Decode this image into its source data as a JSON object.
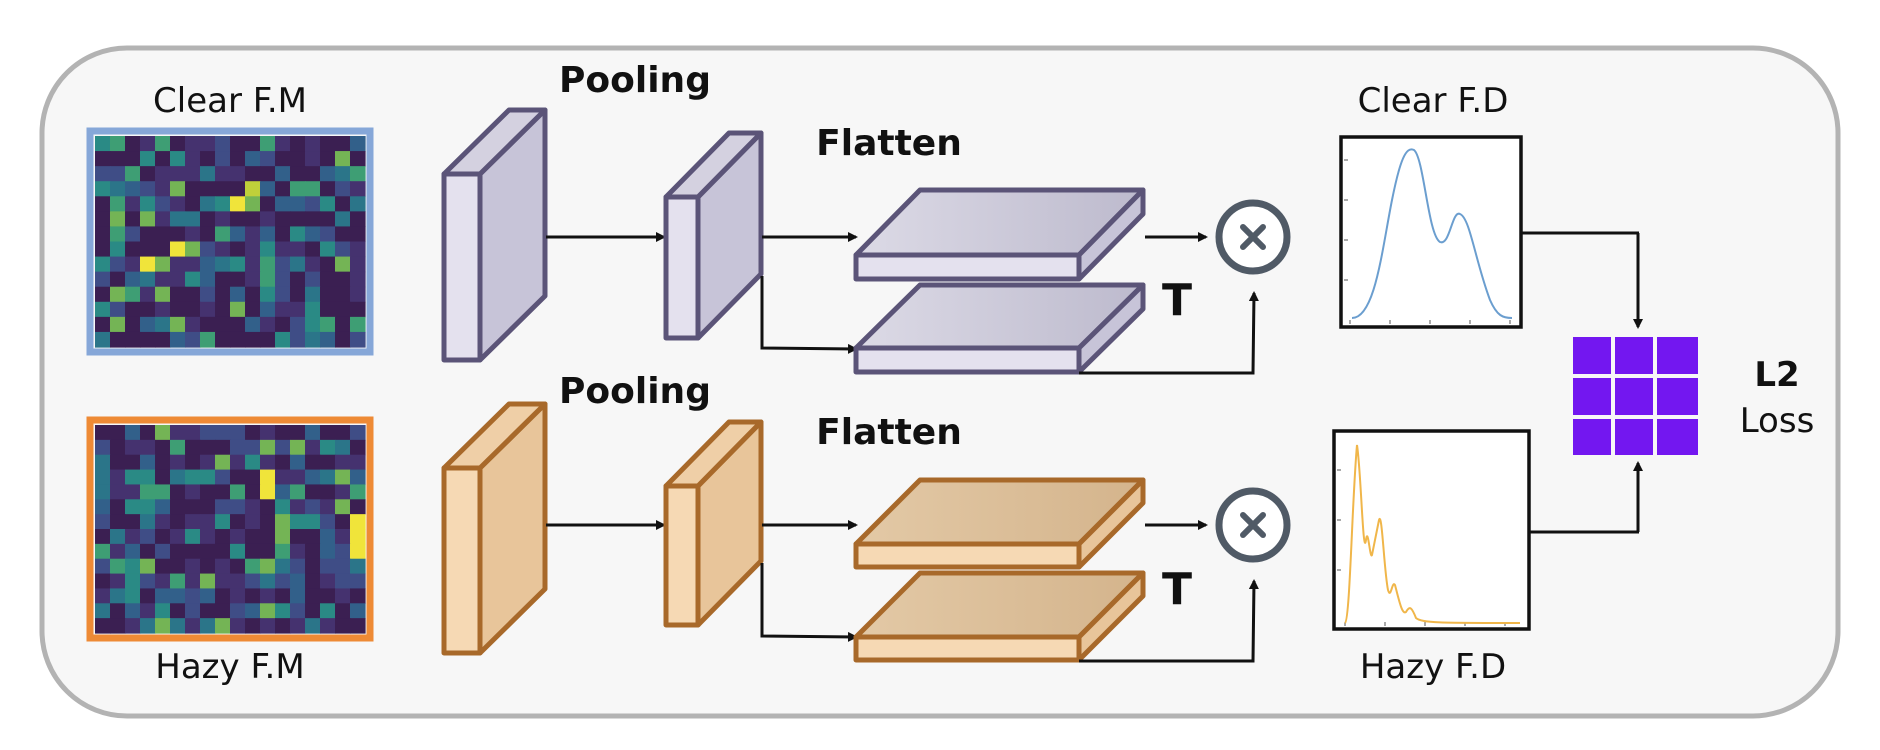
{
  "labels": {
    "clear_fm": "Clear F.M",
    "hazy_fm": "Hazy F.M",
    "pooling_top": "Pooling",
    "pooling_bottom": "Pooling",
    "flatten_top": "Flatten",
    "flatten_bottom": "Flatten",
    "transpose_top": "T",
    "transpose_bottom": "T",
    "clear_fd": "Clear F.D",
    "hazy_fd": "Hazy F.D",
    "loss_l2": "L2",
    "loss_word": "Loss"
  },
  "colors": {
    "panel_bg": "#f7f7f7",
    "panel_border": "#b3b3b3",
    "clear_frame": "#86a7d8",
    "hazy_frame": "#ee8a35",
    "purple_stroke": "#5b5478",
    "purple_front": "#e4e1ee",
    "purple_side": "#c7c4d8",
    "orange_stroke": "#a8692a",
    "orange_front": "#f6d9b4",
    "orange_side": "#e8c59a",
    "loss_grid": "#7317f0",
    "clear_curve": "#6b9ecf",
    "hazy_curve": "#f0b64a",
    "op_circle": "#505a66"
  },
  "icons": {
    "multiply": "multiply-circle-icon"
  }
}
